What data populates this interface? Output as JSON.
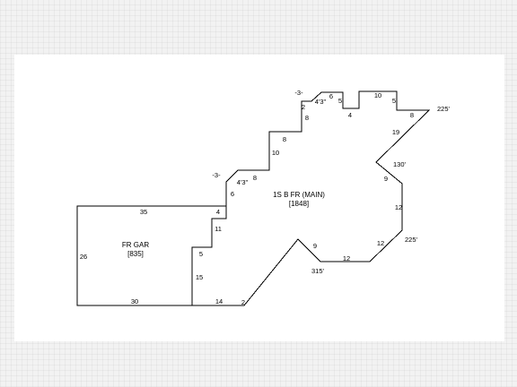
{
  "sketch": {
    "areas": [
      {
        "name": "FR GAR",
        "size": "[835]"
      },
      {
        "name": "1S B FR (MAIN)",
        "size": "[1848]"
      }
    ],
    "dimensions": [
      "35",
      "26",
      "30",
      "4",
      "11",
      "5",
      "15",
      "14",
      "2",
      "6",
      "-3-",
      "4'3\"",
      "8",
      "10",
      "8",
      "-3-",
      "2",
      "8",
      "4'3\"",
      "6",
      "5",
      "4",
      "10",
      "5",
      "8",
      "225'",
      "19",
      "130'",
      "9",
      "12",
      "225'",
      "12",
      "12",
      "315'",
      "9"
    ]
  }
}
